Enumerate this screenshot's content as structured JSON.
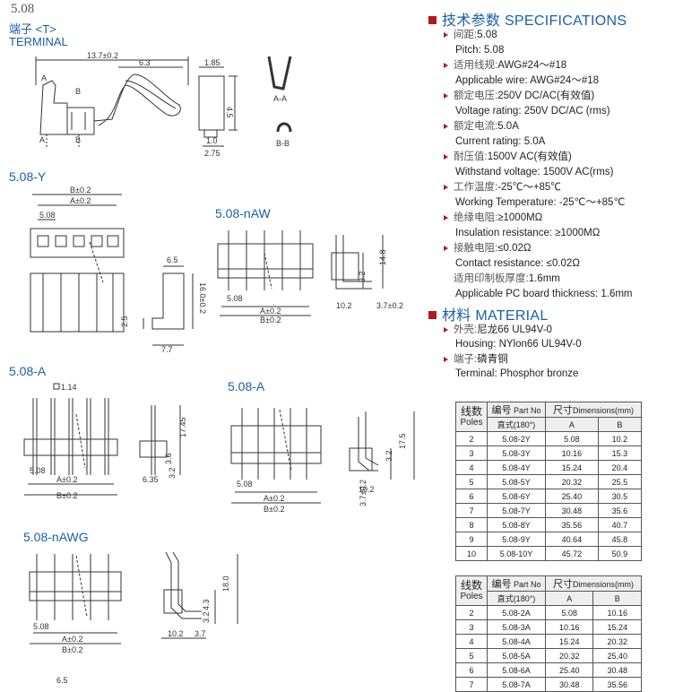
{
  "header": {
    "code": "5.08",
    "terminal_cn": "端子 <T>",
    "terminal_en": "TERMINAL"
  },
  "terminal_drawing": {
    "dims": [
      "13.7±0.2",
      "6.3",
      "1.85",
      "4.5",
      "1.0",
      "2.75"
    ],
    "markers": [
      "A",
      "B",
      "A",
      "B"
    ],
    "section_labels": [
      "A-A",
      "B-B"
    ]
  },
  "sections": {
    "y": "5.08-Y",
    "naw": "5.08-nAW",
    "a_left": "5.08-A",
    "a_right": "5.08-A",
    "nawg": "5.08-nAWG"
  },
  "y_dims": [
    "B±0.2",
    "A±0.2",
    "5.08",
    "6.5",
    "16.0±0.2",
    "2.5",
    "7.7"
  ],
  "naw_dims": [
    "5.08",
    "A±0.2",
    "B±0.2",
    "14.8",
    "3.2",
    "10.2",
    "3.7±0.2"
  ],
  "a_dims": [
    "1.14",
    "17.45",
    "3.6",
    "3.2",
    "5.08",
    "A±0.2",
    "B±0.2",
    "6.35"
  ],
  "a_right_dims": [
    "17.5",
    "3.2",
    "3.7±0.2",
    "10.2",
    "5.08",
    "A±0.2",
    "B±0.2"
  ],
  "nawg_dims": [
    "18.0",
    "4.3",
    "3.2",
    "5.08",
    "A±0.2",
    "B±0.2",
    "10.2",
    "3.7",
    "6.5"
  ],
  "specs": {
    "title_cn": "技术参数",
    "title_en": "SPECIFICATIONS",
    "items": [
      {
        "cn": "间距:",
        "cn_val": "5.08",
        "en": "Pitch: 5.08"
      },
      {
        "cn": "适用线规:",
        "cn_val": "AWG#24～#18",
        "en": "Applicable wire: AWG#24～#18"
      },
      {
        "cn": "额定电压:",
        "cn_val": "250V DC/AC(有效值)",
        "en": "Voltage rating: 250V DC/AC (rms)"
      },
      {
        "cn": "额定电流:",
        "cn_val": "5.0A",
        "en": "Current rating: 5.0A"
      },
      {
        "cn": "耐压值:",
        "cn_val": "1500V AC(有效值)",
        "en": "Withstand voltage: 1500V AC(rms)"
      },
      {
        "cn": "工作温度:",
        "cn_val": "-25℃～+85℃",
        "en": "Working Temperature: -25℃～+85℃"
      },
      {
        "cn": "绝缘电阻:",
        "cn_val": "≥1000MΩ",
        "en": "Insulation resistance: ≥1000MΩ"
      },
      {
        "cn": "接触电阻:",
        "cn_val": "≤0.02Ω",
        "en": "Contact resistance: ≤0.02Ω"
      },
      {
        "cn": "适用印制板厚度:",
        "cn_val": "1.6mm",
        "en": "Applicable PC board thickness: 1.6mm",
        "no_bullet": true
      }
    ]
  },
  "material": {
    "title_cn": "材料",
    "title_en": "MATERIAL",
    "items": [
      {
        "cn": "外壳:",
        "cn_val": "尼龙66    UL94V-0",
        "en": "Housing: NYlon66  UL94V-0"
      },
      {
        "cn": "端子:",
        "cn_val": "磷青铜",
        "en": "Terminal:  Phosphor bronze"
      }
    ]
  },
  "table_header": {
    "poles_cn": "线数",
    "poles_en": "Poles",
    "part_cn": "编号",
    "part_en": "Part No",
    "straight": "直式(180°)",
    "dim_cn": "尺寸",
    "dim_en": "Dimensions(mm)",
    "col_a": "A",
    "col_b": "B"
  },
  "table_y": [
    [
      "2",
      "5.08-2Y",
      "5.08",
      "10.2"
    ],
    [
      "3",
      "5.08-3Y",
      "10.16",
      "15.3"
    ],
    [
      "4",
      "5.08-4Y",
      "15.24",
      "20.4"
    ],
    [
      "5",
      "5.08-5Y",
      "20.32",
      "25.5"
    ],
    [
      "6",
      "5.08-6Y",
      "25.40",
      "30.5"
    ],
    [
      "7",
      "5.08-7Y",
      "30.48",
      "35.6"
    ],
    [
      "8",
      "5.08-8Y",
      "35.56",
      "40.7"
    ],
    [
      "9",
      "5.08-9Y",
      "40.64",
      "45.8"
    ],
    [
      "10",
      "5.08-10Y",
      "45.72",
      "50.9"
    ]
  ],
  "table_a": [
    [
      "2",
      "5.08-2A",
      "5.08",
      "10.16"
    ],
    [
      "3",
      "5.08-3A",
      "10.16",
      "15.24"
    ],
    [
      "4",
      "5.08-4A",
      "15.24",
      "20.32"
    ],
    [
      "5",
      "5.08-5A",
      "20.32",
      "25.40"
    ],
    [
      "6",
      "5.08-6A",
      "25.40",
      "30.48"
    ],
    [
      "7",
      "5.08-7A",
      "30.48",
      "35.56"
    ]
  ]
}
